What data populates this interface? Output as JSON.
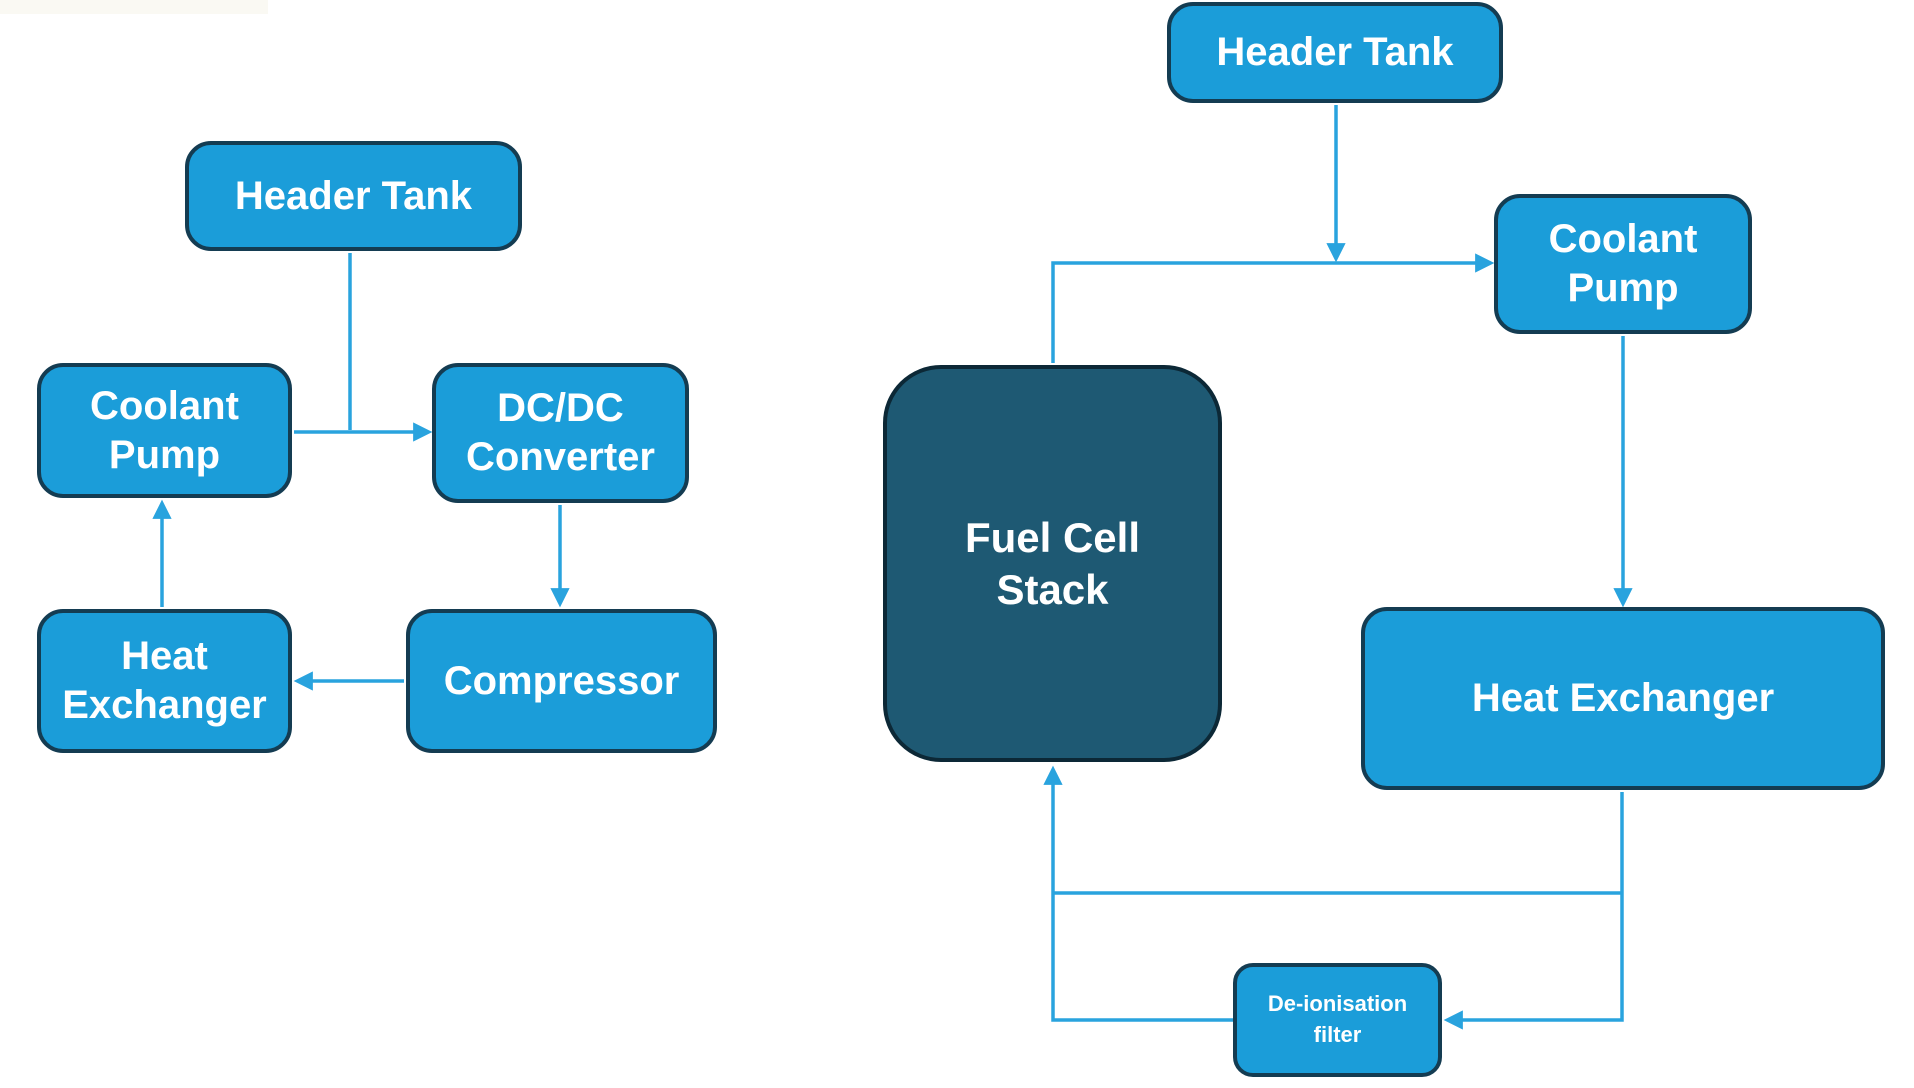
{
  "colors": {
    "page-bg": "#ffffff",
    "top-strip": "#faf9f3",
    "box-fill": "#1b9dd9",
    "box-border": "#143c52",
    "stack-fill": "#1e5973",
    "stack-border": "#0c2836",
    "line": "#29a3de",
    "text": "#ffffff"
  },
  "left_diagram": {
    "header_tank": "Header Tank",
    "coolant_pump": "Coolant Pump",
    "dcdc_converter": "DC/DC Converter",
    "heat_exchanger": "Heat Exchanger",
    "compressor": "Compressor"
  },
  "right_diagram": {
    "header_tank": "Header Tank",
    "coolant_pump": "Coolant Pump",
    "fuel_cell_stack": "Fuel Cell Stack",
    "heat_exchanger": "Heat Exchanger",
    "deionisation_filter": "De-ionisation filter"
  }
}
